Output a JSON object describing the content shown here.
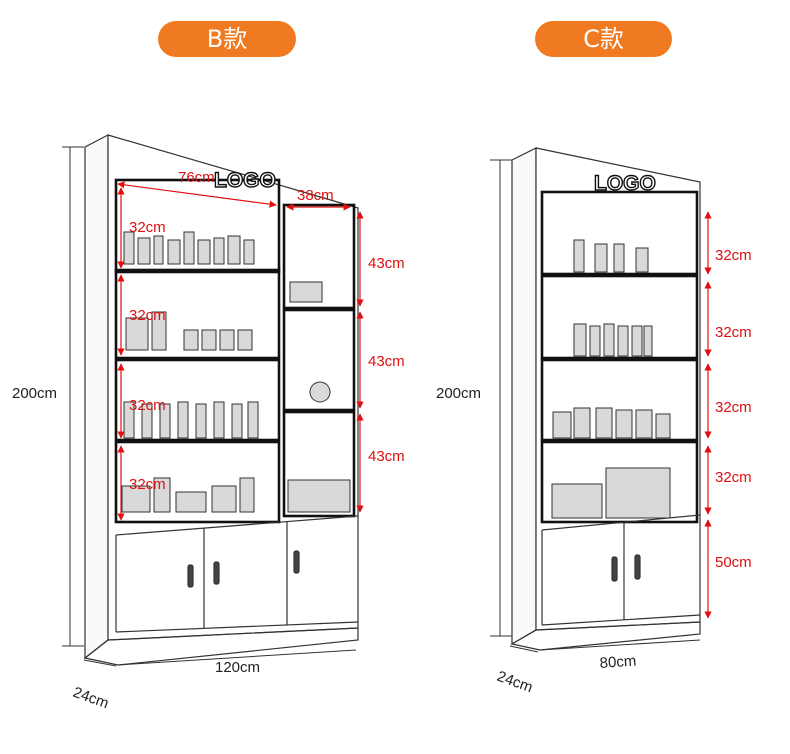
{
  "labels": {
    "model_b": "B款",
    "model_c": "C款",
    "logo": "LOGO"
  },
  "cabinet_b": {
    "height": "200cm",
    "width": "120cm",
    "depth": "24cm",
    "top_width": "76cm",
    "right_col_width": "38cm",
    "shelf_heights": [
      "32cm",
      "32cm",
      "32cm",
      "32cm"
    ],
    "right_shelf_heights": [
      "43cm",
      "43cm",
      "43cm"
    ]
  },
  "cabinet_c": {
    "height": "200cm",
    "width": "80cm",
    "depth": "24cm",
    "shelf_heights": [
      "32cm",
      "32cm",
      "32cm",
      "32cm"
    ],
    "base_height": "50cm"
  },
  "colors": {
    "accent": "#f07a22",
    "dimension_red": "#e01010"
  }
}
